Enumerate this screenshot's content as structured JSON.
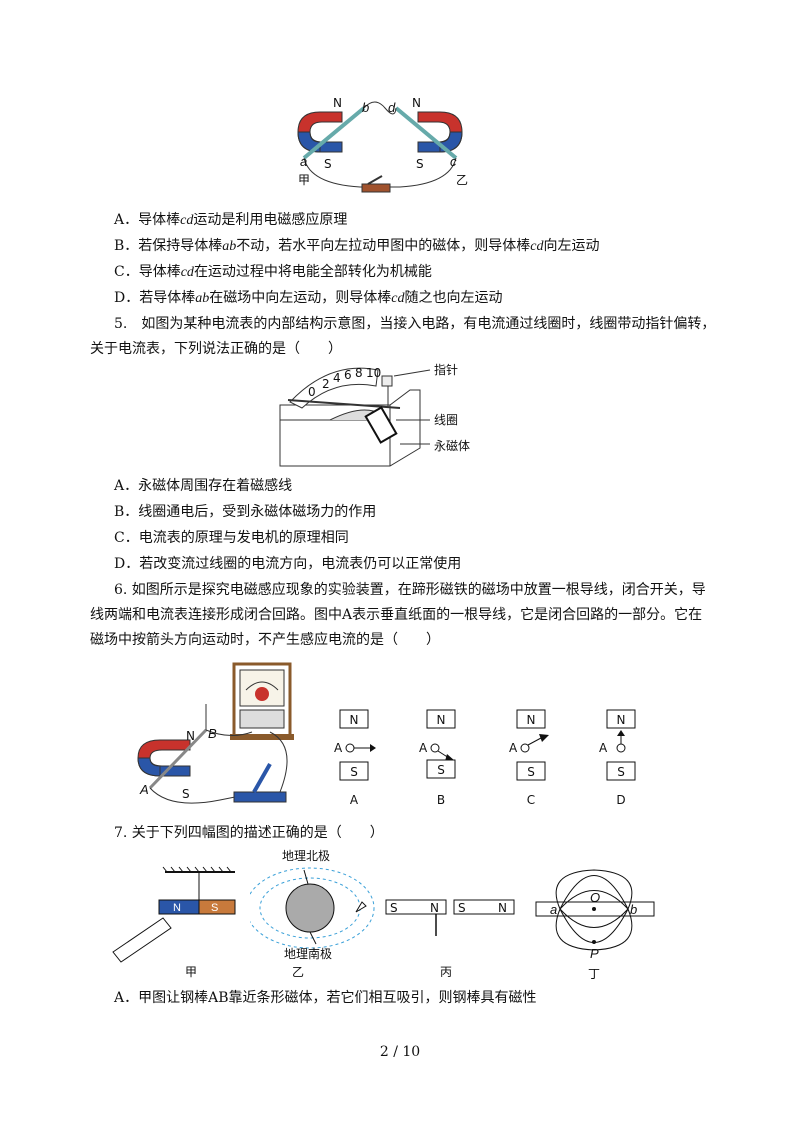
{
  "fig_top": {
    "labels": {
      "n_left": "N",
      "n_right": "N",
      "s_left": "S",
      "s_right": "S",
      "a": "a",
      "b": "b",
      "c": "c",
      "d": "d",
      "jia": "甲",
      "yi": "乙"
    }
  },
  "q4_options": {
    "A": [
      "A．导体棒",
      "cd",
      "运动是利用电磁感应原理"
    ],
    "B": [
      "B．若保持导体棒",
      "ab",
      "不动，若水平向左拉动甲图中的磁体，则导体棒",
      "cd",
      "向左运动"
    ],
    "C": [
      "C．导体棒",
      "cd",
      "在运动过程中将电能全部转化为机械能"
    ],
    "D": [
      "D．若导体棒",
      "ab",
      "在磁场中向左运动，则导体棒",
      "cd",
      "随之也向左运动"
    ]
  },
  "q5": {
    "stem1": "5.　如图为某种电流表的内部结构示意图，当接入电路，有电流通过线圈时，线圈带动指针偏转，",
    "stem2": "关于电流表，下列说法正确的是（　　）",
    "fig_labels": {
      "pointer": "指针",
      "coil": "线圈",
      "magnet": "永磁体",
      "ticks": [
        "0",
        "2",
        "4",
        "6",
        "8",
        "10"
      ]
    },
    "options": {
      "A": "A．永磁体周围存在着磁感线",
      "B": "B．线圈通电后，受到永磁体磁场力的作用",
      "C": "C．电流表的原理与发电机的原理相同",
      "D": "D．若改变流过线圈的电流方向，电流表仍可以正常使用"
    }
  },
  "q6": {
    "stem1": "6. 如图所示是探究电磁感应现象的实验装置，在蹄形磁铁的磁场中放置一根导线，闭合开关，导",
    "stem2": "线两端和电流表连接形成闭合回路。图中A表示垂直纸面的一根导线，它是闭合回路的一部分。它在",
    "stem3": "磁场中按箭头方向运动时，不产生感应电流的是（　　）",
    "fig_labels": {
      "n": "N",
      "s": "S",
      "b": "B",
      "a": "A"
    },
    "panels": [
      {
        "n": "N",
        "s": "S",
        "wire": "A",
        "caption": "A"
      },
      {
        "n": "N",
        "s": "S",
        "wire": "A",
        "caption": "B"
      },
      {
        "n": "N",
        "s": "S",
        "wire": "A",
        "caption": "C"
      },
      {
        "n": "N",
        "s": "S",
        "wire": "A",
        "caption": "D"
      }
    ]
  },
  "q7": {
    "stem": "7. 关于下列四幅图的描述正确的是（　　）",
    "fig_labels": {
      "bar_n": "N",
      "bar_s": "S",
      "north_pole": "地理北极",
      "south_pole": "地理南极",
      "m1_s": "S",
      "m1_n": "N",
      "m2_s": "S",
      "m2_n": "N",
      "a": "a",
      "o": "O",
      "b": "b",
      "p": "P",
      "jia": "甲",
      "yi": "乙",
      "bing": "丙",
      "ding": "丁"
    },
    "option_a": "A．甲图让钢棒AB靠近条形磁体，若它们相互吸引，则钢棒具有磁性"
  },
  "footer": {
    "page": "2",
    "sep": "/",
    "total": "10"
  }
}
